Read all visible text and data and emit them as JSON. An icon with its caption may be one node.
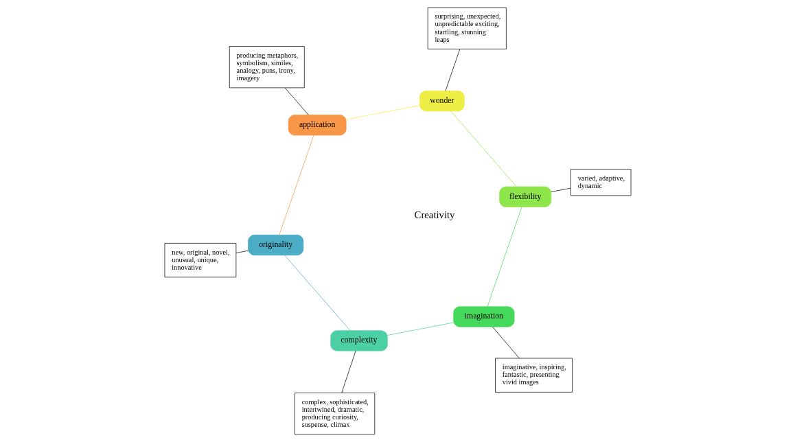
{
  "diagram": {
    "nodes": [
      {
        "text": [
          "originality"
        ]
      },
      {
        "text": [
          "complexity"
        ]
      },
      {
        "text": [
          "imagination"
        ]
      },
      {
        "text": [
          "flexibility"
        ]
      },
      {
        "text": [
          "wonder"
        ]
      },
      {
        "text": [
          "application"
        ]
      },
      {
        "text": [
          "new, original, novel, unusual, unique, innovative"
        ]
      },
      {
        "text": [
          "complex, sophisticated, intertwined, dramatic, producing curiosity, suspense, climax"
        ]
      },
      {
        "text": [
          "imaginative, inspiring, fantastic, presenting vivid images"
        ]
      },
      {
        "text": [
          "varied, adaptive, dynamic"
        ]
      },
      {
        "text": [
          "surprising, unexpected, unpredictable exciting, startling, stunning leaps"
        ]
      },
      {
        "text": [
          "producing metaphors, symbolism, similes, analogy, puns, irony, imagery"
        ]
      }
    ],
    "edges": [
      {
        "from": 0,
        "to": 1,
        "arrow": "none",
        "color": "#4bacc6"
      },
      {
        "from": 1,
        "to": 2,
        "arrow": "none",
        "color": "#4bd0a5"
      },
      {
        "from": 2,
        "to": 3,
        "arrow": "none",
        "color": "#44d95a"
      },
      {
        "from": 3,
        "to": 4,
        "arrow": "none",
        "color": "#8ee64a"
      },
      {
        "from": 4,
        "to": 5,
        "arrow": "none",
        "color": "#eeee44"
      },
      {
        "from": 5,
        "to": 0,
        "arrow": "none",
        "color": "#f79646"
      },
      {
        "from": 6,
        "to": 0,
        "arrow": "none"
      },
      {
        "from": 7,
        "to": 1,
        "arrow": "none"
      },
      {
        "from": 8,
        "to": 2,
        "arrow": "none"
      },
      {
        "from": 9,
        "to": 3,
        "arrow": "none"
      },
      {
        "from": 10,
        "to": 4,
        "arrow": "none"
      },
      {
        "from": 11,
        "to": 5,
        "arrow": "none"
      }
    ],
    "labels": [
      "Creativity"
    ]
  }
}
